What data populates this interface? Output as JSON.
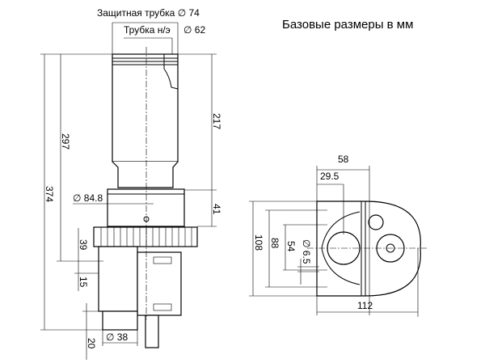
{
  "title": "Базовые размеры в мм",
  "side_view": {
    "protective_tube": "Защитная трубка ∅ 74",
    "tube_label": "Трубка н/э",
    "tube_diameter": "∅ 62",
    "dim_374": "374",
    "dim_297": "297",
    "dim_217": "217",
    "dim_41": "41",
    "dim_84_8": "∅ 84.8",
    "dim_39": "39",
    "dim_15": "15",
    "dim_20": "20",
    "dim_38": "∅ 38"
  },
  "bottom_view": {
    "dim_58": "58",
    "dim_29_5": "29.5",
    "dim_108": "108",
    "dim_88": "88",
    "dim_54": "54",
    "dim_6_5": "∅ 6.5",
    "dim_112": "112"
  }
}
